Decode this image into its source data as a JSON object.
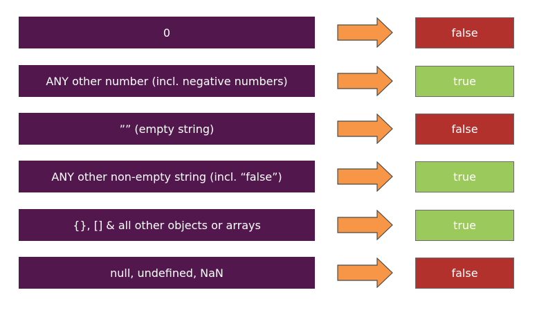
{
  "colors": {
    "value_box": "#52184e",
    "arrow_fill": "#f79646",
    "arrow_stroke": "#4a4a4a",
    "false_box": "#b3312d",
    "true_box": "#9bc95c"
  },
  "rows": [
    {
      "value": "0",
      "result": "false"
    },
    {
      "value": "ANY other number (incl. negative numbers)",
      "result": "true"
    },
    {
      "value": "”” (empty string)",
      "result": "false"
    },
    {
      "value": "ANY other non-empty string (incl. “false”)",
      "result": "true"
    },
    {
      "value": "{}, [] & all other objects or arrays",
      "result": "true"
    },
    {
      "value": "null, undefined, NaN",
      "result": "false"
    }
  ]
}
